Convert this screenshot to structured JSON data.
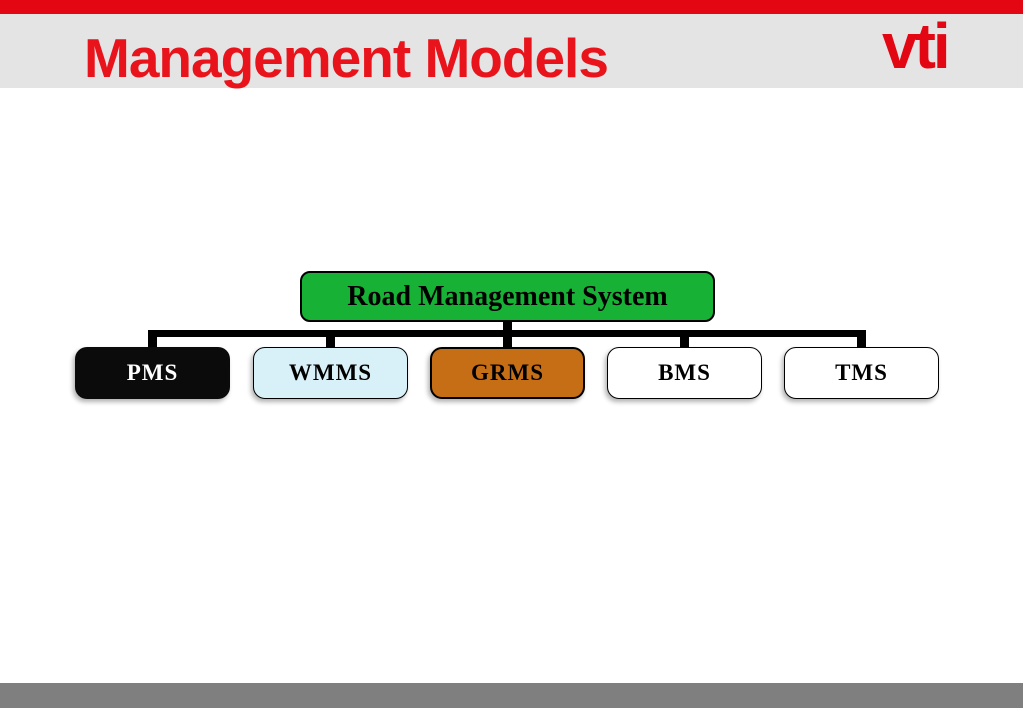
{
  "header": {
    "title": "Management Models",
    "logo_text": "vti",
    "bar_color": "#E30613",
    "band_color": "#E4E4E4",
    "title_color": "#E8131B",
    "logo_color": "#E30613"
  },
  "footer": {
    "bar_color": "#7F7F7F"
  },
  "diagram": {
    "connector_color": "#000000",
    "root": {
      "label": "Road Management System",
      "fill": "#17B235",
      "text_color": "#000000"
    },
    "children": [
      {
        "label": "PMS",
        "fill": "#0B0B0B",
        "text_color": "#FFFFFF"
      },
      {
        "label": "WMMS",
        "fill": "#D8F1F8",
        "text_color": "#000000"
      },
      {
        "label": "GRMS",
        "fill": "#C66E16",
        "text_color": "#000000"
      },
      {
        "label": "BMS",
        "fill": "#FFFFFF",
        "text_color": "#000000"
      },
      {
        "label": "TMS",
        "fill": "#FFFFFF",
        "text_color": "#000000"
      }
    ]
  }
}
